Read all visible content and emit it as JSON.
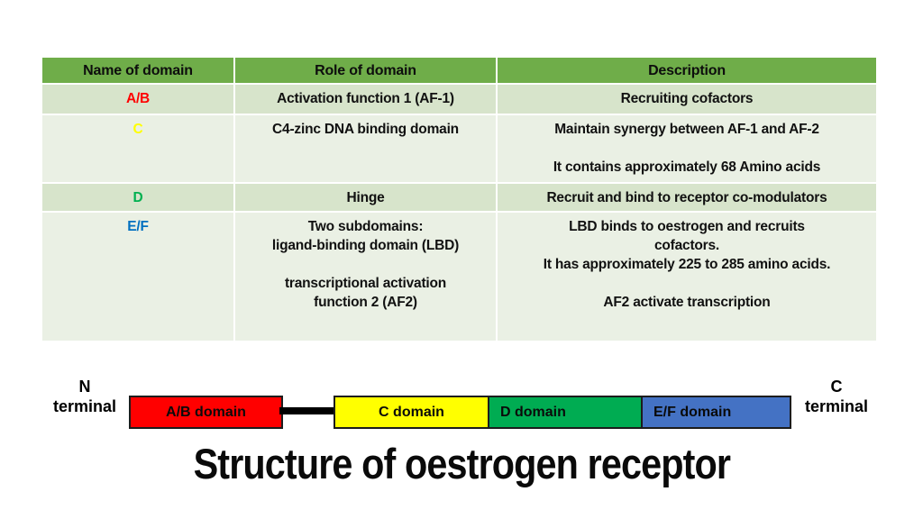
{
  "slide": {
    "title": "Structure of oestrogen receptor"
  },
  "colors": {
    "header_green": "#6FAD49",
    "band_dark": "#D7E4CB",
    "band_light": "#EAF0E4",
    "name_ab": "#FF0000",
    "name_c": "#FFFF00",
    "name_d": "#00B050",
    "name_ef": "#0070C0",
    "box_ab": "#FF0000",
    "box_c": "#FFFF00",
    "box_d": "#00AC52",
    "box_ef": "#4472C4"
  },
  "table": {
    "headers": [
      "Name of domain",
      "Role of domain",
      "Description"
    ],
    "rows": [
      {
        "name": "A/B",
        "role_lines": [
          "Activation function 1 (AF-1)"
        ],
        "description_lines": [
          "Recruiting cofactors"
        ]
      },
      {
        "name": "C",
        "role_lines": [
          "C4-zinc DNA binding domain"
        ],
        "description_lines": [
          "Maintain synergy between AF-1 and AF-2",
          "",
          "It contains approximately 68 Amino acids"
        ]
      },
      {
        "name": "D",
        "role_lines": [
          "Hinge"
        ],
        "description_lines": [
          "Recruit and bind to receptor co-modulators"
        ]
      },
      {
        "name": "E/F",
        "role_lines": [
          "Two subdomains:",
          "ligand-binding domain (LBD)",
          "",
          "transcriptional activation",
          "function 2 (AF2)"
        ],
        "description_lines": [
          "LBD binds to oestrogen and recruits",
          "cofactors.",
          "It has approximately 225 to 285 amino acids.",
          "",
          "AF2 activate transcription"
        ]
      }
    ]
  },
  "diagram": {
    "n_terminal_lines": [
      "N",
      "terminal"
    ],
    "c_terminal_lines": [
      "C",
      "terminal"
    ],
    "boxes": [
      {
        "label": "A/B domain"
      },
      {
        "label": "C domain"
      },
      {
        "label": "D domain"
      },
      {
        "label": "E/F domain"
      }
    ]
  }
}
